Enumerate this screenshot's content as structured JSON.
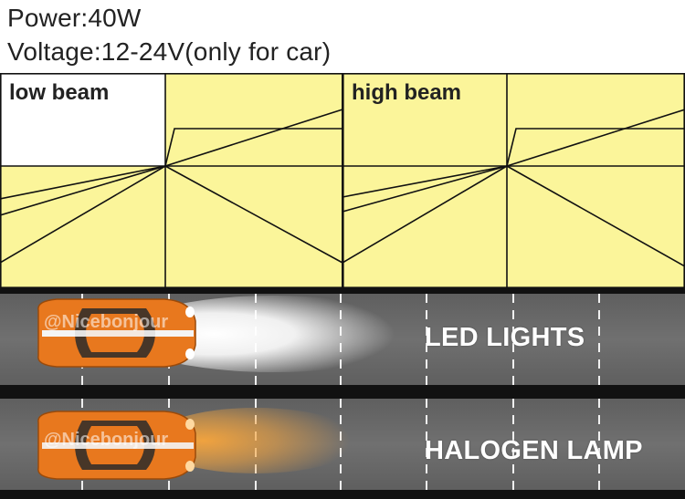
{
  "specs": {
    "power": "Power:40W",
    "voltage": "Voltage:12-24V(only for car)"
  },
  "beam_patterns": {
    "low_beam_label": "low beam",
    "high_beam_label": "high beam"
  },
  "comparison": {
    "led_label": "LED LIGHTS",
    "halogen_label": "HALOGEN LAMP",
    "watermark": "@Nicebonjour"
  },
  "colors": {
    "beam_panel": "#fbf59a",
    "road": "#6e6e6e",
    "car_body": "#e8781e",
    "led_light": "#ffffff",
    "halogen_light": "#f7a53c"
  }
}
